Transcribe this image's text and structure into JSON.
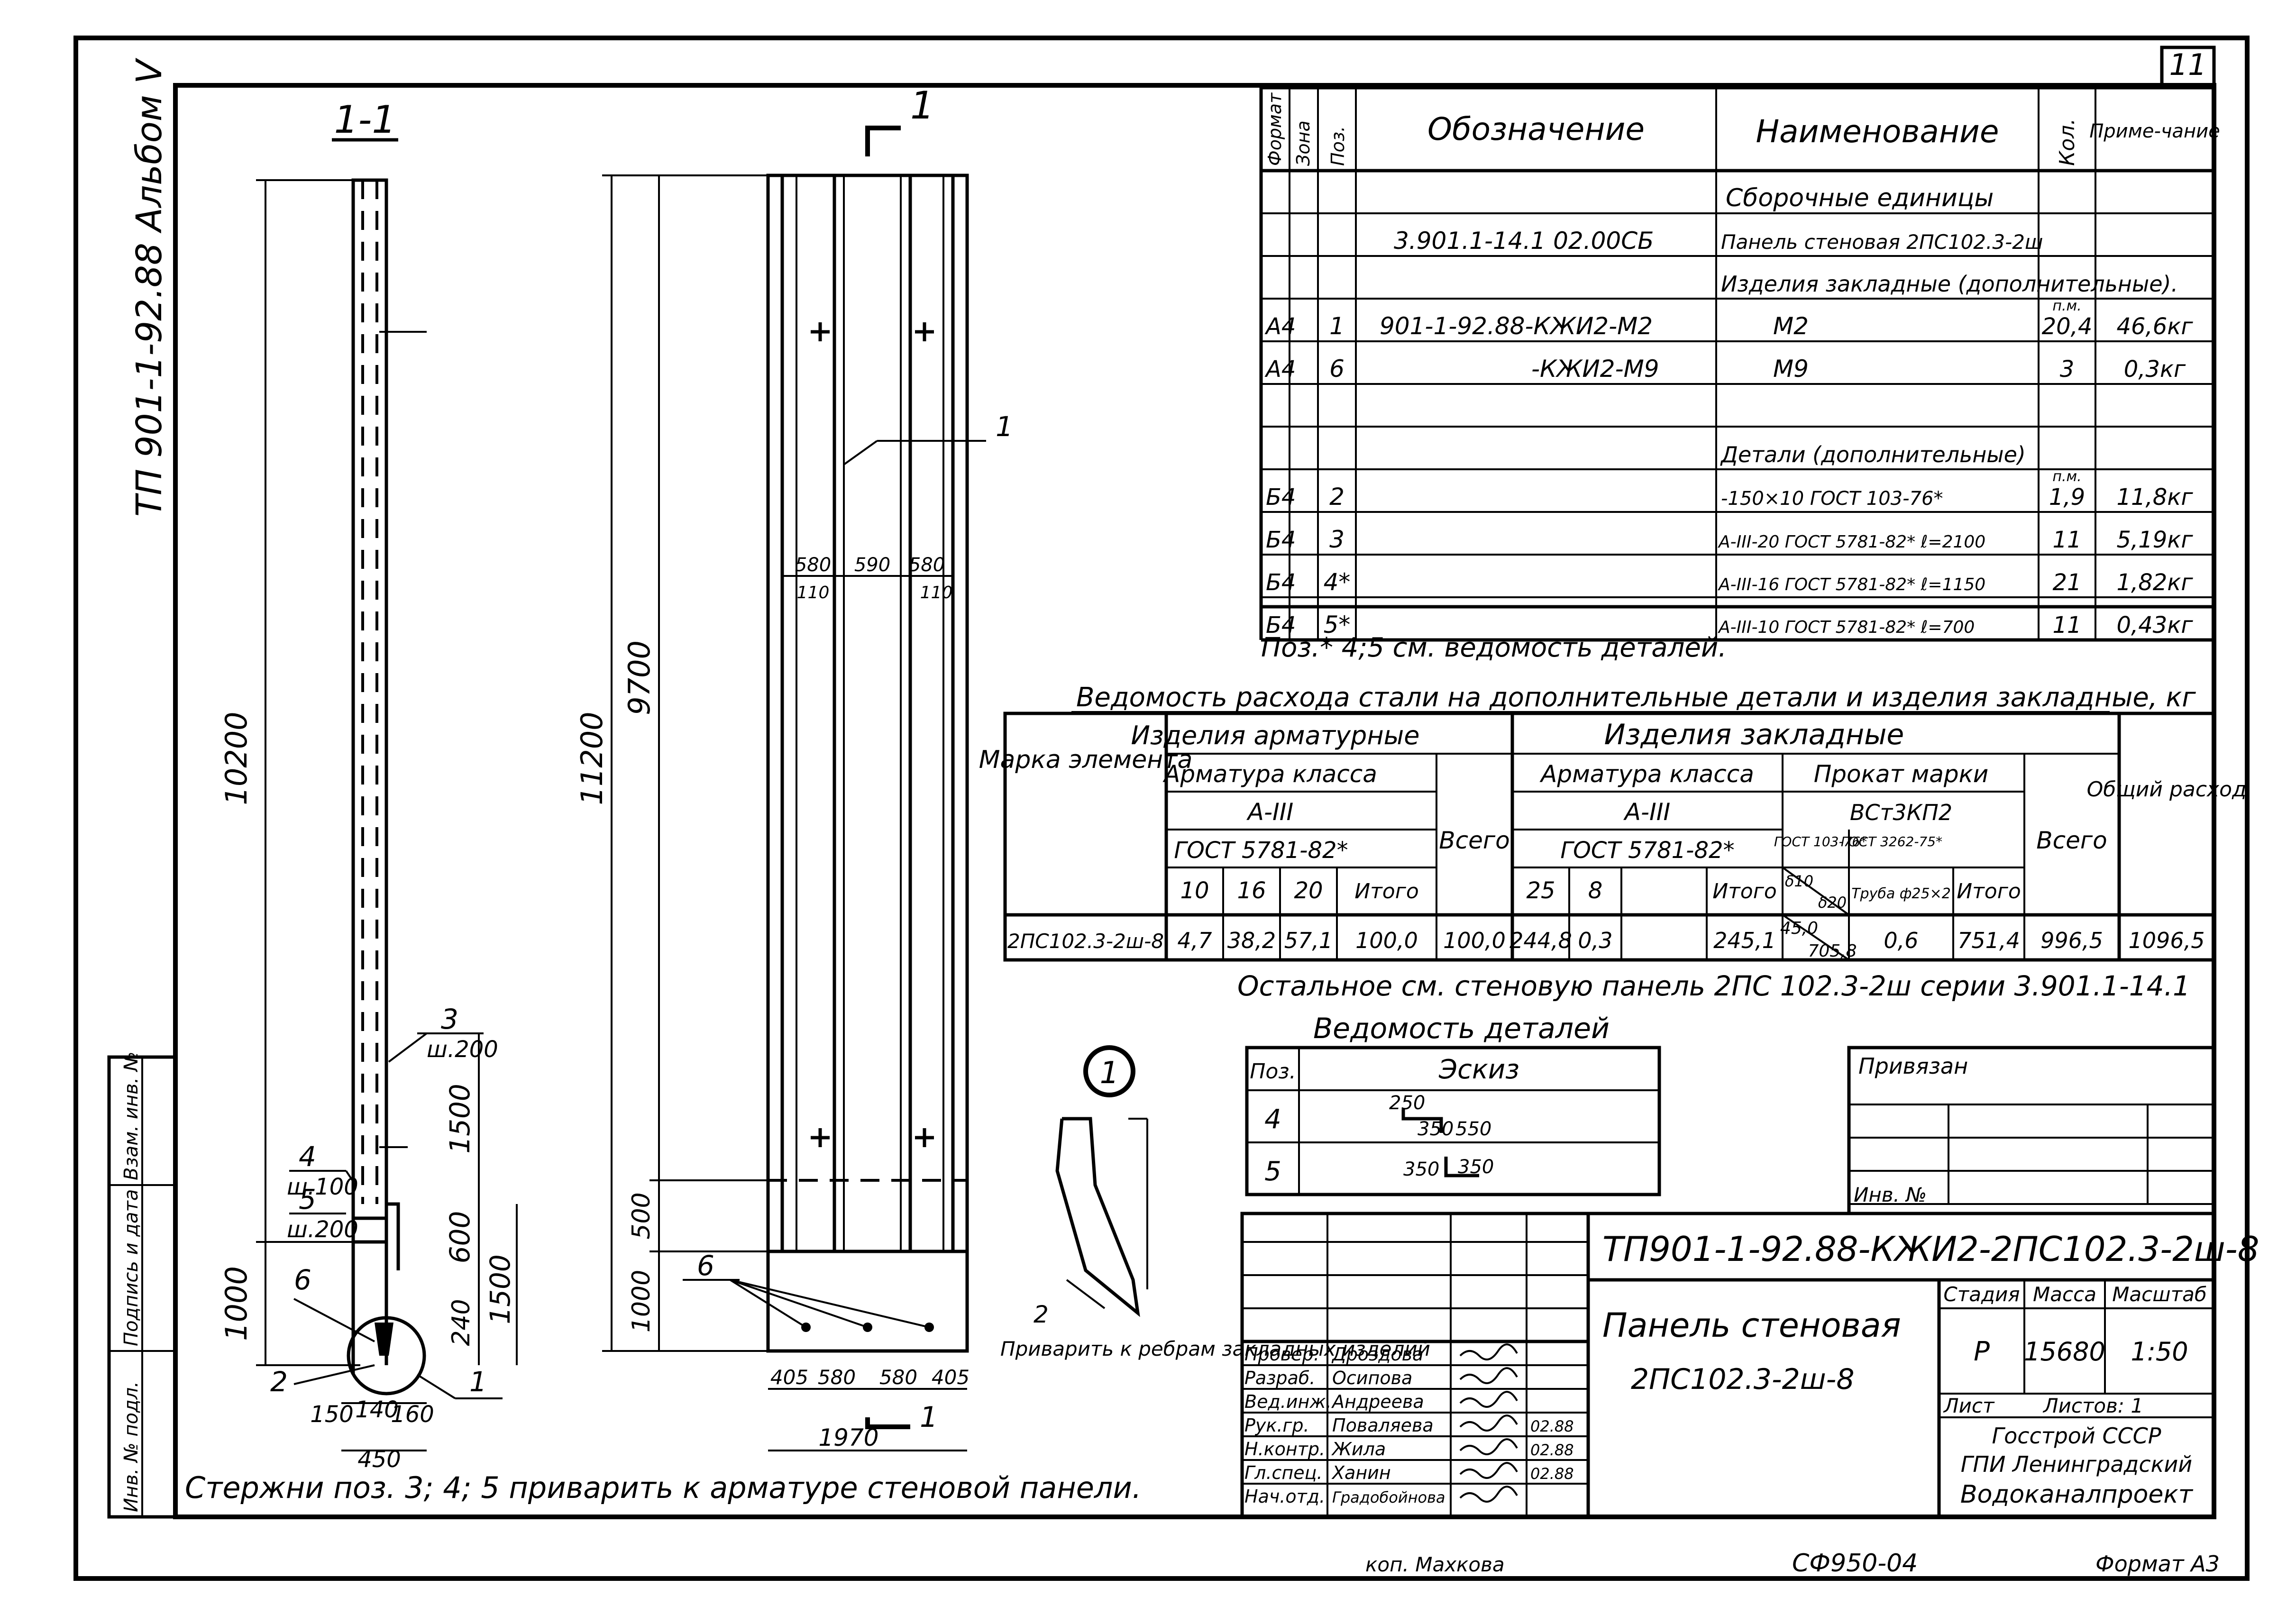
{
  "sheet_number": "11",
  "album_label": "ТП 901-1-92.88 Альбом V",
  "section": {
    "title": "1-1",
    "dims": {
      "total": "10200",
      "d1500": "1500",
      "d600": "600",
      "d1000": "1000",
      "d1500b": "1500",
      "d240": "240",
      "w150": "150",
      "w140": "140",
      "w160": "160",
      "w450": "450"
    },
    "callouts": {
      "c3": "3",
      "s200a": "ш.200",
      "c4": "4",
      "s100": "ш.100",
      "c5": "5",
      "s200b": "ш.200",
      "c6": "6",
      "c2": "2",
      "c1": "1"
    }
  },
  "elevation": {
    "section_mark": "1",
    "dims": {
      "h11200": "11200",
      "h9700": "9700",
      "h500": "500",
      "h1000": "1000",
      "t580a": "580",
      "t590": "590",
      "t580b": "580",
      "t110a": "110",
      "t110b": "110",
      "b405a": "405",
      "b580a": "580",
      "b580b": "580",
      "b405b": "405",
      "w1970": "1970"
    },
    "callouts": {
      "c1": "1",
      "c6": "6",
      "sec1": "1"
    }
  },
  "node": {
    "id": "1",
    "pos": "2",
    "note": "Приварить к ребрам закладных изделий"
  },
  "bottom_note": "Стержни поз. 3; 4; 5 приварить к арматуре стеновой панели.",
  "spec": {
    "headers": {
      "format": "Формат",
      "zone": "Зона",
      "pos": "Поз.",
      "designation": "Обозначение",
      "name": "Наименование",
      "qty": "Кол.",
      "note": "Приме-чание"
    },
    "rows": [
      {
        "format": "",
        "pos": "",
        "designation": "",
        "name": "Сборочные единицы",
        "qty": "",
        "note": ""
      },
      {
        "format": "",
        "pos": "",
        "designation": "3.901.1-14.1 02.00СБ",
        "name": "Панель стеновая 2ПС102.3-2ш",
        "qty": "",
        "note": ""
      },
      {
        "format": "",
        "pos": "",
        "designation": "",
        "name": "Изделия закладные (дополнительные).",
        "qty": "",
        "note": ""
      },
      {
        "format": "А4",
        "pos": "1",
        "designation": "901-1-92.88-КЖИ2-М2",
        "name": "М2",
        "qty_unit": "п.м.",
        "qty": "20,4",
        "note": "46,6кг"
      },
      {
        "format": "А4",
        "pos": "6",
        "designation": "-КЖИ2-М9",
        "name": "М9",
        "qty": "3",
        "note": "0,3кг"
      },
      {
        "format": "",
        "pos": "",
        "designation": "",
        "name": "",
        "qty": "",
        "note": ""
      },
      {
        "format": "",
        "pos": "",
        "designation": "",
        "name": "Детали (дополнительные)",
        "qty": "",
        "note": ""
      },
      {
        "format": "Б4",
        "pos": "2",
        "designation": "",
        "name": "-150×10 ГОСТ 103-76*",
        "qty_unit": "п.м.",
        "qty": "1,9",
        "note": "11,8кг"
      },
      {
        "format": "Б4",
        "pos": "3",
        "designation": "",
        "name": "А-III-20 ГОСТ 5781-82* ℓ=2100",
        "qty": "11",
        "note": "5,19кг"
      },
      {
        "format": "Б4",
        "pos": "4*",
        "designation": "",
        "name": "А-III-16 ГОСТ 5781-82* ℓ=1150",
        "qty": "21",
        "note": "1,82кг"
      },
      {
        "format": "Б4",
        "pos": "5*",
        "designation": "",
        "name": "А-III-10 ГОСТ 5781-82* ℓ=700",
        "qty": "11",
        "note": "0,43кг"
      }
    ],
    "footnote": "Поз.* 4;5 см. ведомость деталей."
  },
  "steel": {
    "title": "Ведомость расхода стали на дополнительные детали и изделия закладные, кг",
    "h_mark": "Марка элемента",
    "h_arm": "Изделия арматурные",
    "h_emb": "Изделия закладные",
    "h_arm_class": "Арматура класса",
    "h_arm_class_val": "А-III",
    "h_gost": "ГОСТ 5781-82*",
    "h_vsego": "Всего",
    "h_emb_class": "Арматура класса",
    "h_emb_class_val": "А-III",
    "h_emb_gost": "ГОСТ 5781-82*",
    "h_prokat": "Прокат марки",
    "h_prokat_val": "ВСт3КП2",
    "h_g1": "ГОСТ 103-76*",
    "h_g2": "ГОСТ 3262-75*",
    "h_vsego2": "Всего",
    "h_total": "Общий расход",
    "sub": {
      "a10": "10",
      "a16": "16",
      "a20": "20",
      "itogo1": "Итого",
      "e25": "25",
      "e8": "8",
      "itogo2": "Итого",
      "d1": "δ10",
      "d2": "δ20",
      "pipe": "Труба ф25×2",
      "itogo3": "Итого"
    },
    "row": {
      "mark": "2ПС102.3-2ш-8",
      "a10": "4,7",
      "a16": "38,2",
      "a20": "57,1",
      "itogo1": "100,0",
      "vsego1": "100,0",
      "e25": "244,8",
      "e8": "0,3",
      "itogo2": "245,1",
      "d1": "45,0",
      "d2": "705,8",
      "pipe": "0,6",
      "itogo3": "751,4",
      "vsego2": "996,5",
      "total": "1096,5"
    },
    "rest_note": "Остальное см. стеновую панель 2ПС 102.3-2ш серии 3.901.1-14.1"
  },
  "details": {
    "title": "Ведомость деталей",
    "h_pos": "Поз.",
    "h_sketch": "Эскиз",
    "rows": [
      {
        "pos": "4",
        "a": "250",
        "b": "350",
        "c": "550"
      },
      {
        "pos": "5",
        "a": "350",
        "b": "350"
      }
    ]
  },
  "bound": {
    "label": "Привязан",
    "inv": "Инв. №"
  },
  "stamp": {
    "code": "ТП901-1-92.88-КЖИ2-2ПС102.3-2ш-8",
    "name_line1": "Панель стеновая",
    "name_line2": "2ПС102.3-2ш-8",
    "h_stage": "Стадия",
    "h_mass": "Масса",
    "h_scale": "Масштаб",
    "stage": "Р",
    "mass": "15680",
    "scale": "1:50",
    "sheet": "Лист",
    "sheets": "Листов: 1",
    "org1": "Госстрой СССР",
    "org2": "ГПИ Ленинградский",
    "org3": "Водоканалпроект",
    "people": [
      {
        "role": "Провер.",
        "name": "Дроздова",
        "date": ""
      },
      {
        "role": "Разраб.",
        "name": "Осипова",
        "date": ""
      },
      {
        "role": "Вед.инж.",
        "name": "Андреева",
        "date": ""
      },
      {
        "role": "Рук.гр.",
        "name": "Поваляева",
        "date": "02.88"
      },
      {
        "role": "Н.контр.",
        "name": "Жила",
        "date": "02.88"
      },
      {
        "role": "Гл.спец.",
        "name": "Ханин",
        "date": "02.88"
      },
      {
        "role": "Нач.отд.",
        "name": "Градобойнова",
        "date": ""
      }
    ]
  },
  "side_stamp": {
    "inv_orig": "Инв. № подл.",
    "sign_date": "Подпись и дата",
    "inv_repl": "Взам. инв. №"
  },
  "footer": {
    "copied": "коп. Махкова",
    "code": "СФ950-04",
    "format": "Формат А3"
  }
}
